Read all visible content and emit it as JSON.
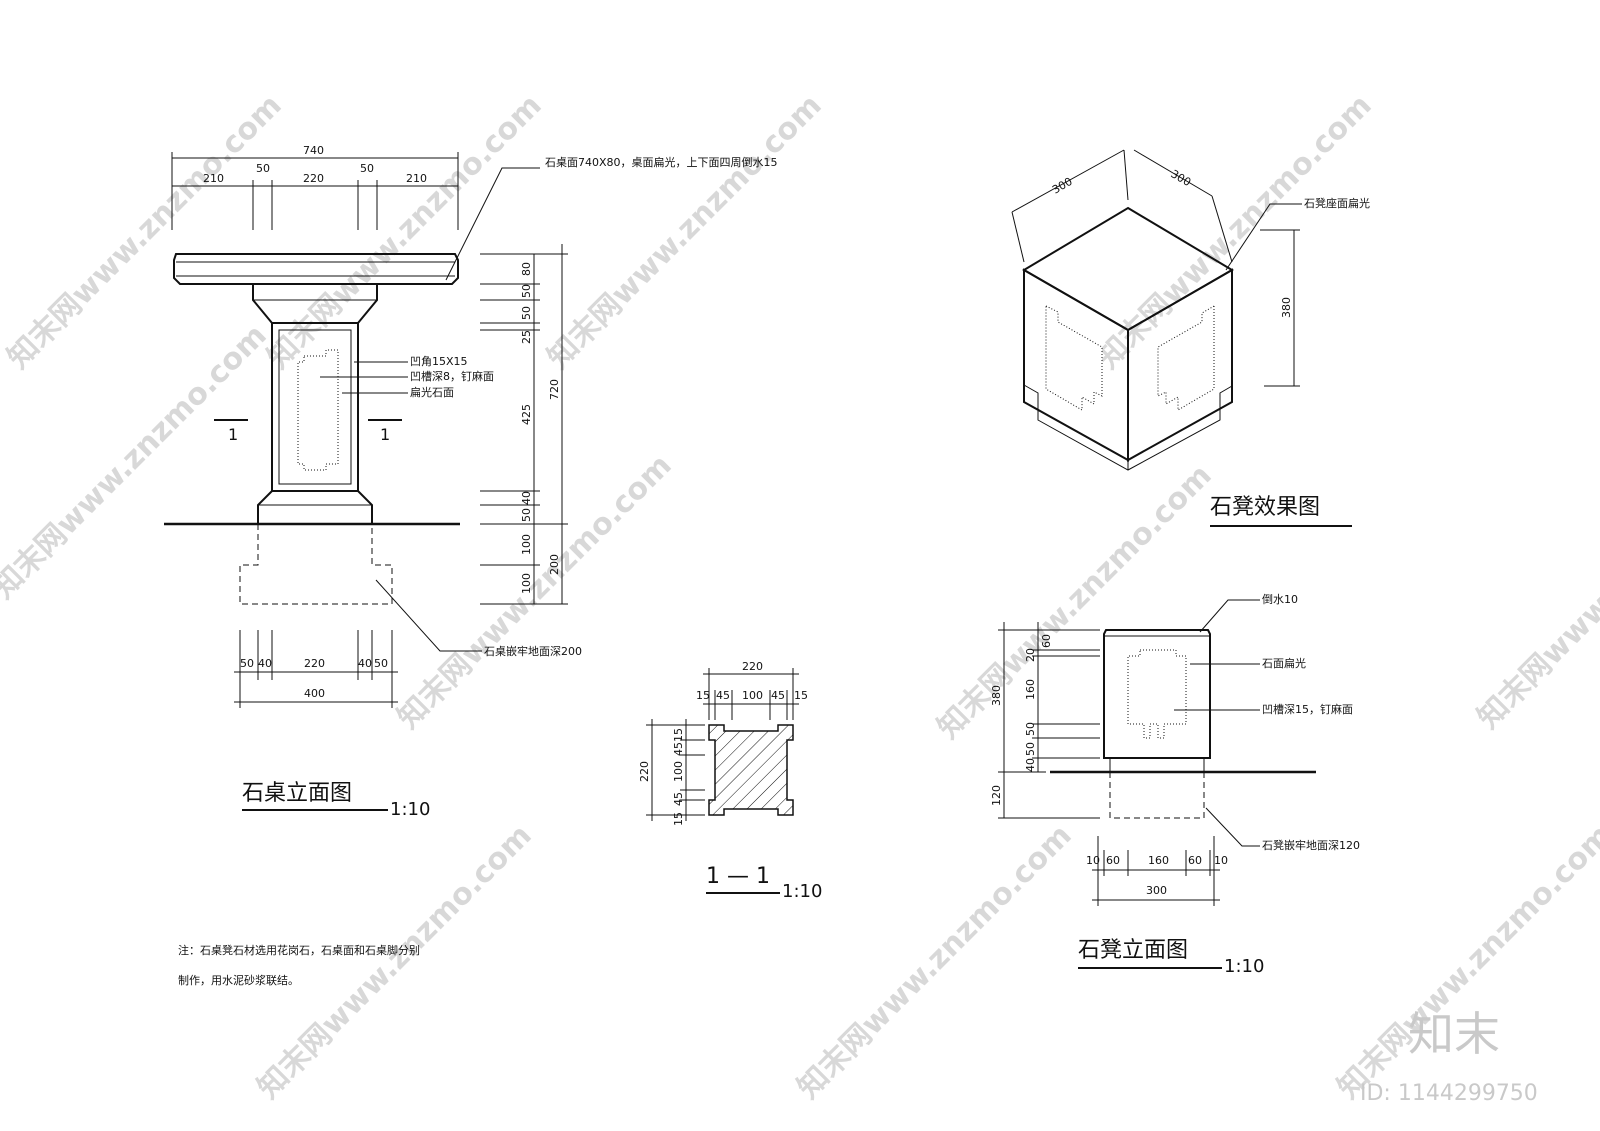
{
  "watermark": {
    "text": "知末网www.znzmo.com",
    "brand": "知末",
    "id_label": "ID: 1144299750"
  },
  "table_elevation": {
    "title": "石桌立面图",
    "scale": "1:10",
    "section_mark": "1",
    "top_dims": {
      "overall": "740",
      "parts": [
        "210",
        "50",
        "220",
        "50",
        "210"
      ]
    },
    "bottom_dims": {
      "parts": [
        "50",
        "40",
        "220",
        "40",
        "50"
      ],
      "overall": "400"
    },
    "right_dims": {
      "parts": [
        "80",
        "50",
        "50",
        "25",
        "425",
        "40",
        "50",
        "100",
        "100"
      ],
      "overall_above": "720",
      "overall_below": "200"
    },
    "labels": {
      "top": "石桌面740X80，桌面扁光，上下面四周倒水15",
      "corner": "凹角15X15",
      "groove": "凹槽深8，钉麻面",
      "face": "扁光石面",
      "footing": "石桌嵌牢地面深200"
    }
  },
  "section_1_1": {
    "title": "1 — 1",
    "scale": "1:10",
    "top_dims": {
      "overall": "220",
      "parts": [
        "15",
        "45",
        "100",
        "45",
        "15"
      ]
    },
    "left_dims": {
      "overall": "220",
      "parts": [
        "15",
        "45",
        "100",
        "45",
        "15"
      ]
    }
  },
  "stool_render": {
    "title": "石凳效果图",
    "dims": [
      "300",
      "300",
      "380"
    ],
    "label": "石凳座面扁光"
  },
  "stool_elevation": {
    "title": "石凳立面图",
    "scale": "1:10",
    "left_dims": {
      "parts": [
        "60",
        "20",
        "160",
        "50",
        "50",
        "40",
        "120"
      ],
      "overall": "380"
    },
    "bottom_dims": {
      "parts": [
        "10",
        "60",
        "160",
        "60",
        "10"
      ],
      "overall": "300"
    },
    "labels": {
      "top": "倒水10",
      "face": "石面扁光",
      "groove": "凹槽深15，钉麻面",
      "footing": "石凳嵌牢地面深120"
    }
  },
  "note": {
    "line1": "注：石桌凳石材选用花岗石，石桌面和石桌脚分别",
    "line2": "制作，用水泥砂浆联结。"
  }
}
